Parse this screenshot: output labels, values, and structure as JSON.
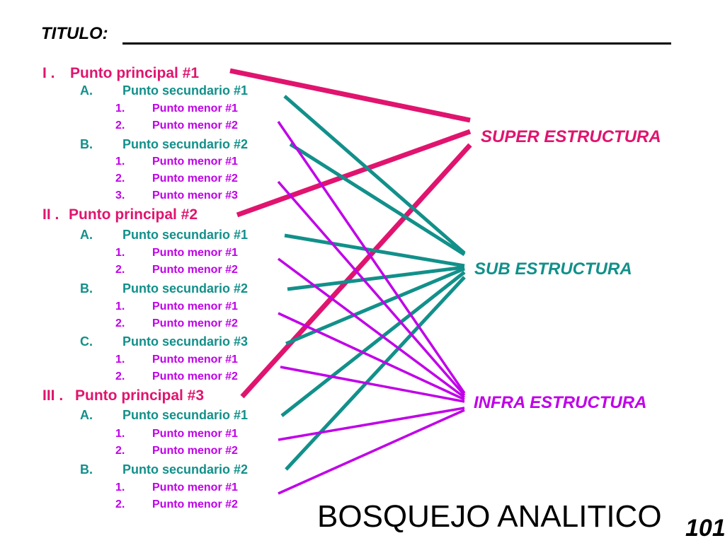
{
  "title_label": "TITULO:",
  "outline": [
    {
      "marker": "I .",
      "text": "Punto principal #1"
    },
    {
      "marker": "A.",
      "text": "Punto secundario #1"
    },
    {
      "marker": "1.",
      "text": "Punto menor #1"
    },
    {
      "marker": "2.",
      "text": "Punto menor #2"
    },
    {
      "marker": "B.",
      "text": "Punto secundario #2"
    },
    {
      "marker": "1.",
      "text": "Punto menor #1"
    },
    {
      "marker": "2.",
      "text": "Punto menor #2"
    },
    {
      "marker": "3.",
      "text": "Punto menor #3"
    },
    {
      "marker": "II .",
      "text": "Punto principal #2"
    },
    {
      "marker": "A.",
      "text": "Punto secundario #1"
    },
    {
      "marker": "1.",
      "text": "Punto menor #1"
    },
    {
      "marker": "2.",
      "text": "Punto menor #2"
    },
    {
      "marker": "B.",
      "text": "Punto secundario #2"
    },
    {
      "marker": "1.",
      "text": "Punto menor #1"
    },
    {
      "marker": "2.",
      "text": "Punto menor #2"
    },
    {
      "marker": "C.",
      "text": "Punto secundario #3"
    },
    {
      "marker": "1.",
      "text": "Punto menor #1"
    },
    {
      "marker": "2.",
      "text": "Punto menor #2"
    },
    {
      "marker": "III .",
      "text": "Punto principal #3"
    },
    {
      "marker": "A.",
      "text": "Punto secundario #1"
    },
    {
      "marker": "1.",
      "text": "Punto menor #1"
    },
    {
      "marker": "2.",
      "text": "Punto menor #2"
    },
    {
      "marker": "B.",
      "text": "Punto secundario #2"
    },
    {
      "marker": "1.",
      "text": "Punto menor #1"
    },
    {
      "marker": "2.",
      "text": "Punto menor #2"
    }
  ],
  "targets": {
    "super": "SUPER ESTRUCTURA",
    "sub": "SUB ESTRUCTURA",
    "infra": "INFRA ESTRUCTURA"
  },
  "footer": {
    "title": "BOSQUEJO ANALITICO",
    "page_number": "101"
  },
  "colors": {
    "principal": "#e0146e",
    "secundario": "#12908a",
    "menor": "#c000e8",
    "text": "#000000",
    "background": "#ffffff"
  }
}
